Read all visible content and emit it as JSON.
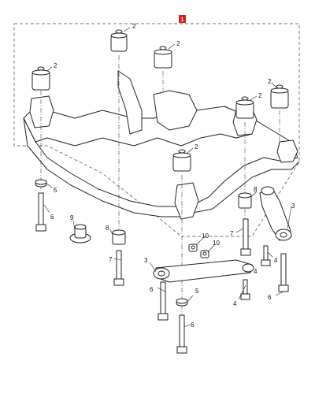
{
  "callout": {
    "label": "1",
    "badge_color": "#d91e1e"
  },
  "parts": {
    "bushing_upper": "2",
    "arm_bushing": "3",
    "bolt_small": "4",
    "washer": "5",
    "bolt_long": "6",
    "bolt_medium": "7",
    "sleeve": "8",
    "cap": "9",
    "clip": "10"
  }
}
